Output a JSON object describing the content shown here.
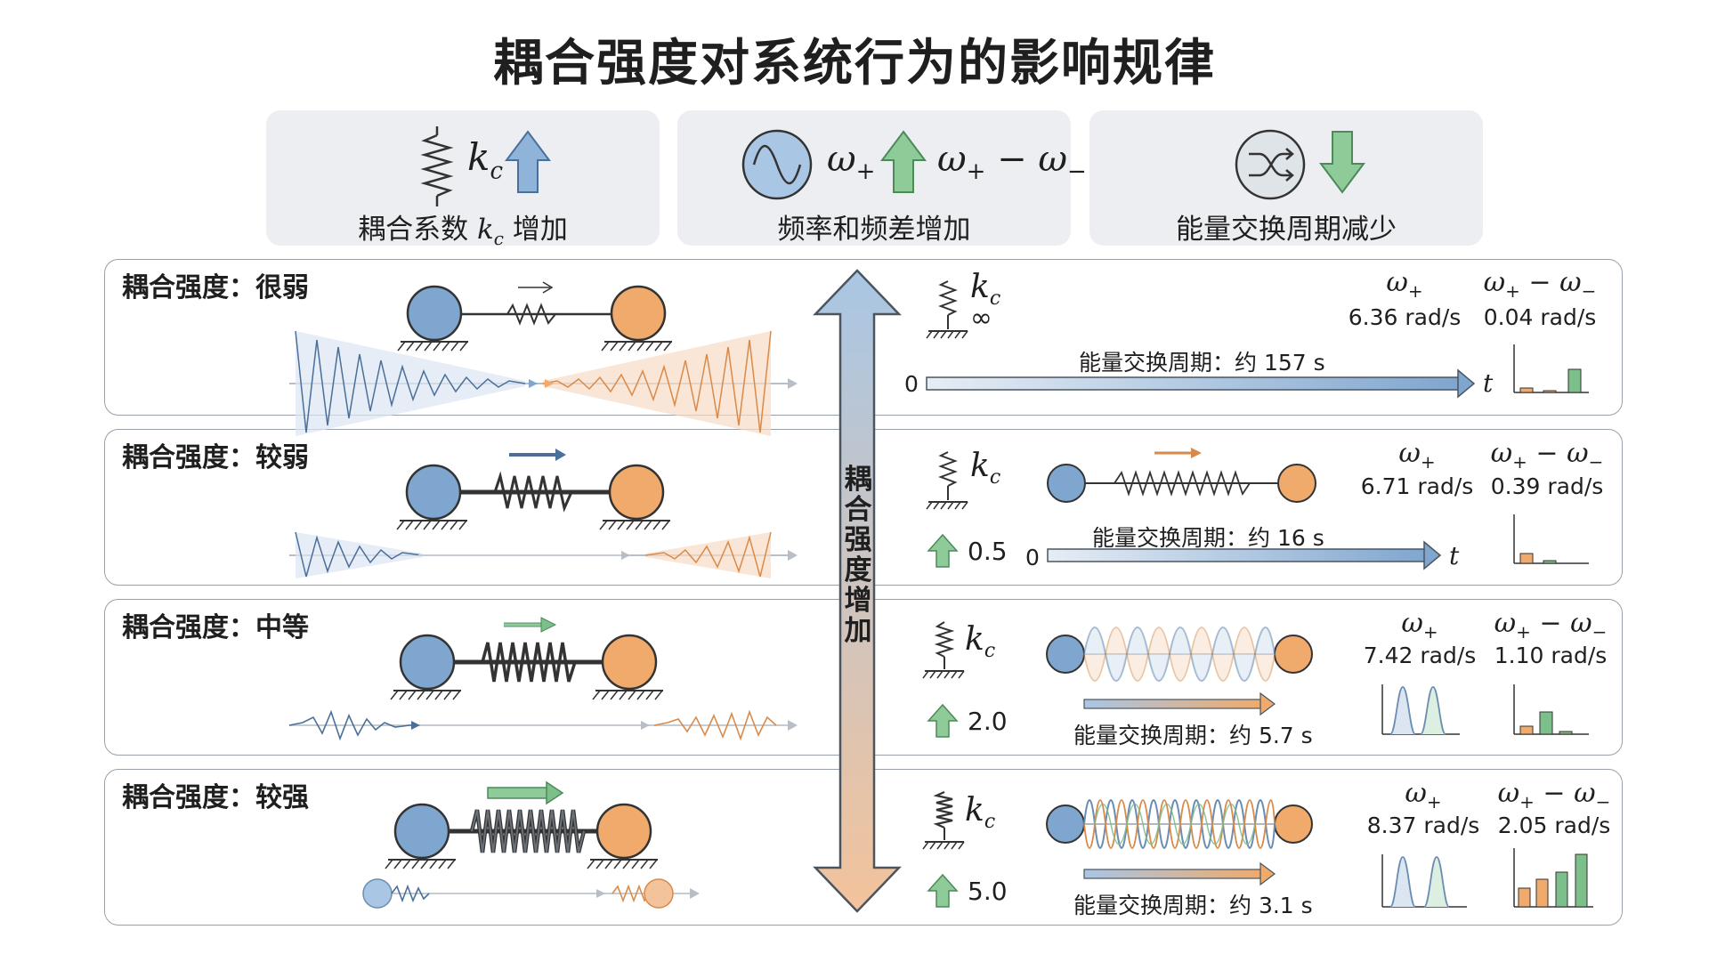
{
  "title": "耦合强度对系统行为的影响规律",
  "summary": [
    {
      "caption_pre": "耦合系数 ",
      "caption_sym": "k",
      "caption_sub": "c",
      "caption_post": " 增加",
      "symbol": "k",
      "symbol_sub": "c"
    },
    {
      "caption": "频率和频差增加",
      "sym1": "ω",
      "sym1_sub": "+",
      "sym2": "ω",
      "sym2_sub": "+",
      "minus": " − ",
      "sym3": "ω",
      "sym3_sub": "−"
    },
    {
      "caption": "能量交换周期减少"
    }
  ],
  "axis_label": "耦合强度增加",
  "rows": [
    {
      "label": "耦合强度：很弱",
      "kc_sym": "k",
      "kc_sub": "c",
      "kc_value": "∞",
      "period": "能量交换周期：约 157 s",
      "omega_plus": "6.36 rad/s",
      "omega_diff": "0.04 rad/s",
      "zero": "0",
      "t": "t"
    },
    {
      "label": "耦合强度：较弱",
      "kc_sym": "k",
      "kc_sub": "c",
      "kc_value": "0.5",
      "period": "能量交换周期：约 16 s",
      "omega_plus": "6.71 rad/s",
      "omega_diff": "0.39 rad/s",
      "zero": "0",
      "t": "t"
    },
    {
      "label": "耦合强度：中等",
      "kc_sym": "k",
      "kc_sub": "c",
      "kc_value": "2.0",
      "period": "能量交换周期：约 5.7 s",
      "omega_plus": "7.42 rad/s",
      "omega_diff": "1.10 rad/s"
    },
    {
      "label": "耦合强度：较强",
      "kc_sym": "k",
      "kc_sub": "c",
      "kc_value": "5.0",
      "period": "能量交换周期：约 3.1 s",
      "omega_plus": "8.37 rad/s",
      "omega_diff": "2.05 rad/s"
    }
  ],
  "omega_header": {
    "sym": "ω",
    "sub": "+"
  },
  "diff_header": {
    "a": "ω",
    "a_sub": "+",
    "minus": " − ",
    "b": "ω",
    "b_sub": "−"
  },
  "colors": {
    "blue": "#7fa6cf",
    "blue_dark": "#4a6f9a",
    "orange": "#f0aa6c",
    "green": "#7cbf8a",
    "panel_border": "#9aa1a8",
    "card_bg": "#eceef1"
  },
  "icons": [
    "spring-icon",
    "sine-wave-icon",
    "shuffle-icon",
    "arrow-up-icon",
    "arrow-down-icon"
  ]
}
